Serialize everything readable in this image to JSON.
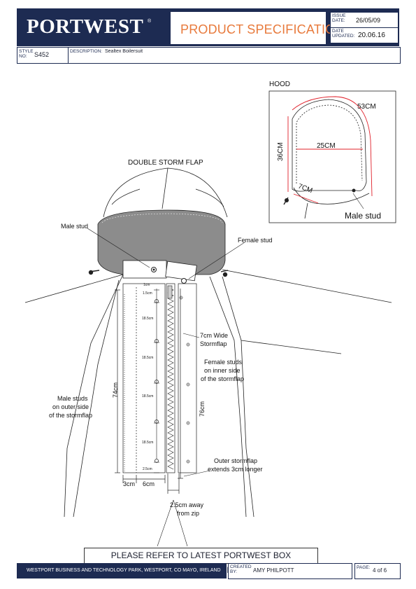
{
  "header": {
    "logo_text": "PORTWEST",
    "logo_mark": "®",
    "title": "PRODUCT SPECIFICATION",
    "issue_label_1": "ISSUE",
    "issue_label_2": "DATE:",
    "issue_date": "26/05/09",
    "updated_label_1": "DATE",
    "updated_label_2": "UPDATED:",
    "updated_date": "20.06.16",
    "brand_color": "#1d2b52",
    "title_color": "#e87a3c"
  },
  "style": {
    "label_1": "STYLE",
    "label_2": "NO:",
    "value": "S452"
  },
  "description": {
    "label": "DESCRIPTION:",
    "value": "Sealtex Boilersuit"
  },
  "hood": {
    "title": "HOOD",
    "m_53": "53CM",
    "m_25": "25CM",
    "m_36": "36CM",
    "m_7": "7CM",
    "male_stud": "Male stud"
  },
  "main": {
    "double_storm_flap": "DOUBLE STORM FLAP",
    "male_stud": "Male stud",
    "female_stud": "Female stud",
    "seven_wide_1": "7cm Wide",
    "seven_wide_2": "Stormflap",
    "female_studs_1": "Female studs",
    "female_studs_2": "on inner side",
    "female_studs_3": "of the stormflap",
    "male_studs_1": "Male studs",
    "male_studs_2": "on outer side",
    "male_studs_3": "of the stormflap",
    "m_74": "74cm",
    "m_76": "76cm",
    "outer_1": "Outer stormflap",
    "outer_2": "extends 3cm longer",
    "m_3": "3cm",
    "m_6": "6cm",
    "away_1": "2.5cm away",
    "away_2": "from zip",
    "spacing_top": "1cm",
    "spacing_15": "1.5cm",
    "spacing_185": "18.5cm",
    "spacing_25": "2.5cm"
  },
  "refer_text": "PLEASE REFER TO LATEST PORTWEST BOX SPECIFICATION",
  "footer": {
    "address": "WESTPORT BUSINESS AND TECHNOLOGY PARK, WESTPORT, CO MAYO, IRELAND",
    "created_label_1": "CREATED",
    "created_label_2": "BY:",
    "created_by": "AMY PHILPOTT",
    "page_label": "PAGE:",
    "page_value": "4 of 6"
  }
}
